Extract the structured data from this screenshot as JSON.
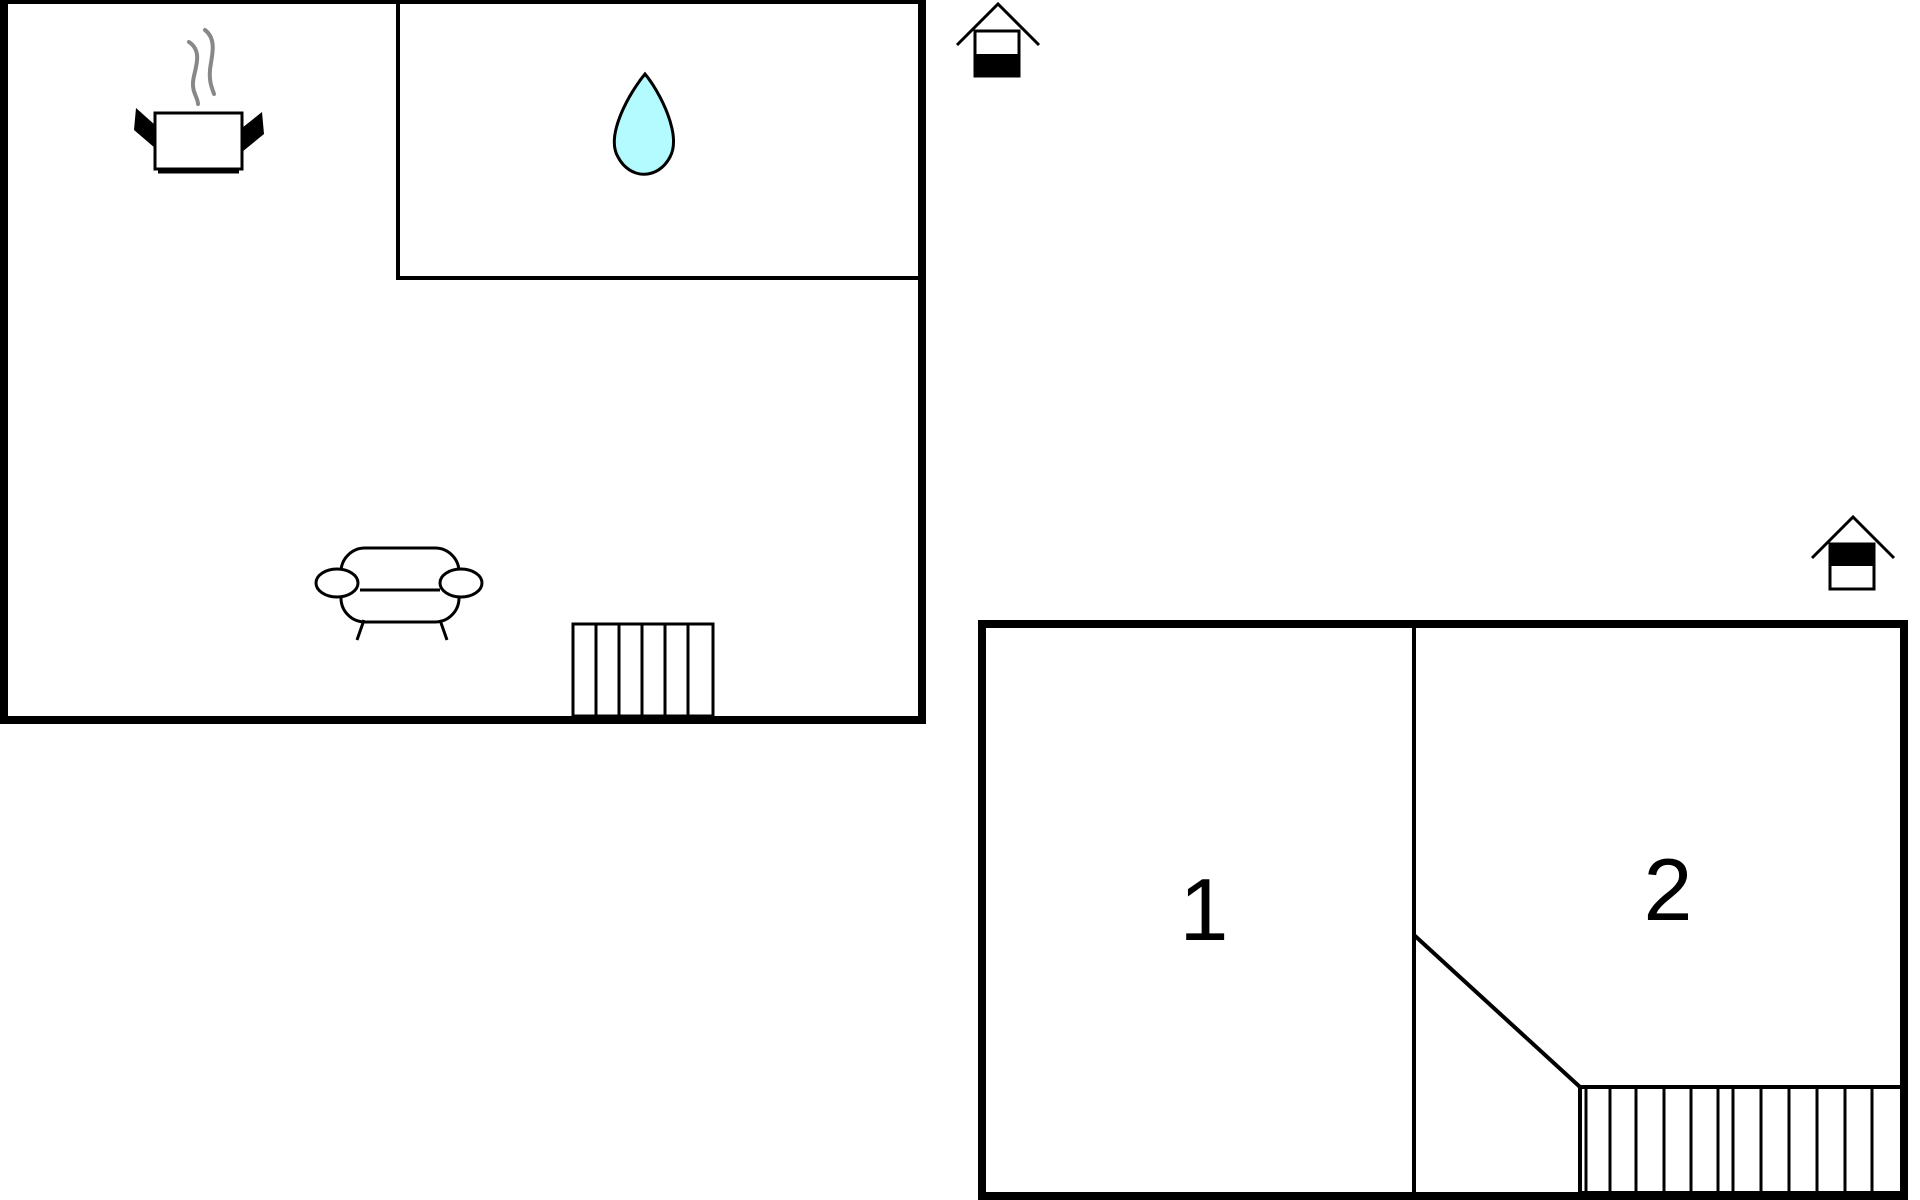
{
  "floor_plan": {
    "ground_floor": {
      "icons": [
        "kitchen-pot-icon",
        "bathroom-water-drop-icon",
        "living-room-sofa-icon",
        "staircase-icon"
      ]
    },
    "upper_floor": {
      "rooms": [
        {
          "label": "1"
        },
        {
          "label": "2"
        }
      ],
      "icons": [
        "staircase-icon"
      ]
    },
    "floor_indicators": [
      {
        "icon": "house-floor-indicator-icon",
        "highlighted_level": "ground"
      },
      {
        "icon": "house-floor-indicator-icon",
        "highlighted_level": "upper"
      }
    ],
    "colors": {
      "wall": "#000000",
      "water_drop": "#b3fbff",
      "steam": "#888888",
      "background": "#ffffff"
    }
  }
}
